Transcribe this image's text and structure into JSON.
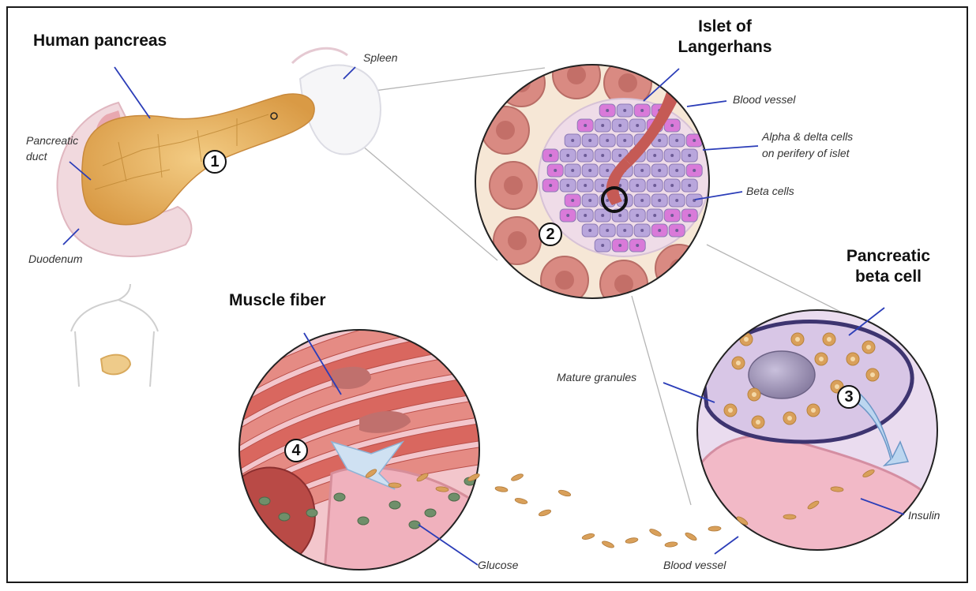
{
  "titles": {
    "human_pancreas": "Human pancreas",
    "islet_line1": "Islet of",
    "islet_line2": "Langerhans",
    "muscle_fiber": "Muscle fiber",
    "beta_line1": "Pancreatic",
    "beta_line2": "beta cell"
  },
  "labels": {
    "spleen": "Spleen",
    "pancreatic_duct_1": "Pancreatic",
    "pancreatic_duct_2": "duct",
    "duodenum": "Duodenum",
    "blood_vessel_islet": "Blood vessel",
    "alpha_delta_1": "Alpha & delta cells",
    "alpha_delta_2": "on perifery of islet",
    "beta_cells": "Beta cells",
    "mature_granules": "Mature granules",
    "insulin": "Insulin",
    "glucose": "Glucose",
    "blood_vessel_bottom": "Blood vessel"
  },
  "steps": [
    "1",
    "2",
    "3",
    "4"
  ],
  "colors": {
    "pancreas": "#e8b766",
    "islet_cell": "#b9a6dc",
    "alpha_cell": "#d97ad9",
    "tissue": "#d98a82",
    "muscle": "#d9675f",
    "vessel": "#f0b8c4",
    "insulin": "#d9a05a",
    "glucose": "#6f8f6a",
    "leader": "#2b3db8"
  }
}
